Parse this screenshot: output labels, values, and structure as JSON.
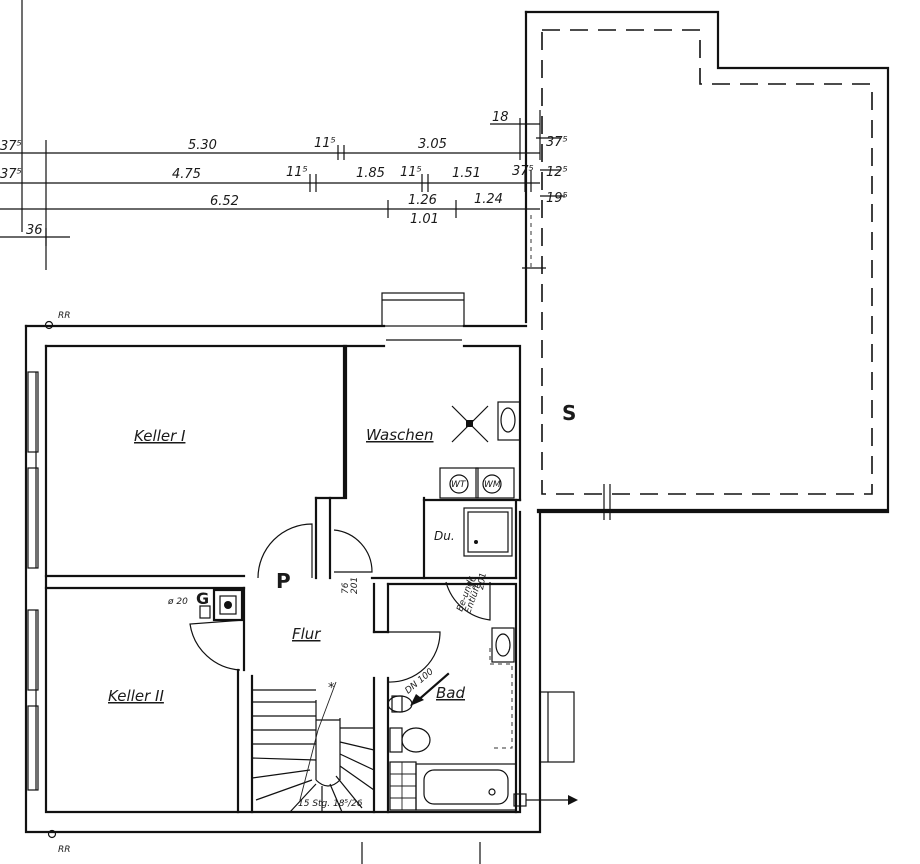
{
  "rooms": {
    "keller1": "Keller I",
    "keller2": "Keller II",
    "waschen": "Waschen",
    "flur": "Flur",
    "bad": "Bad",
    "dusche": "Du.",
    "stellplatz": "S"
  },
  "labels": {
    "rr_top": "RR",
    "rr_bottom": "RR",
    "heater_p": "P",
    "gas_g": "G",
    "gas_size": "ø 20",
    "wt": "WT",
    "wm": "WM",
    "door_flur": "76\n201",
    "door_flur_a": "76",
    "door_flur_b": "201",
    "vent_a": "Be-und",
    "vent_b": "Entlüft.",
    "vent_c": "76",
    "vent_d": "201",
    "dn": "DN 100",
    "stairs": "15 Stg. 18⁵/26"
  },
  "dimensions": {
    "row1": {
      "a": "37⁵",
      "b": "5.30",
      "c": "11⁵",
      "d": "3.05",
      "e": "37⁵",
      "top": "18"
    },
    "row2": {
      "a": "37⁵",
      "b": "4.75",
      "c": "11⁵",
      "d": "1.85",
      "e": "11⁵",
      "f": "1.51",
      "g": "37⁵",
      "h": "12⁵"
    },
    "row3": {
      "b": "6.52",
      "c": "1.26",
      "d": "1.24",
      "e": "19⁵",
      "sub": "1.01"
    },
    "row4": {
      "a": "36"
    }
  }
}
